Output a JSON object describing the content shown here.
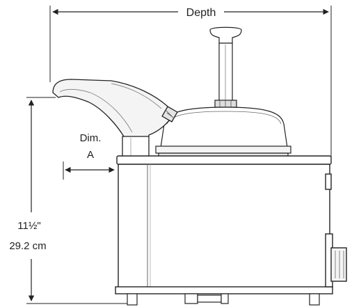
{
  "labels": {
    "depth": "Depth",
    "dim_a_line1": "Dim.",
    "dim_a_line2": "A",
    "height_imperial": "11½\"",
    "height_metric": "29.2 cm"
  },
  "colors": {
    "line": "#222222",
    "panel_fill": "#f4f4f4",
    "body_fill": "#ffffff",
    "shade": "#d6d6d6"
  }
}
